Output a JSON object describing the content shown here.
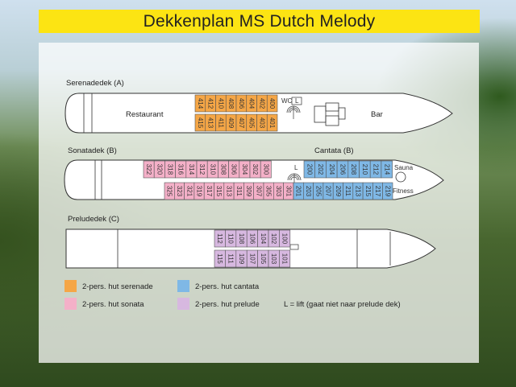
{
  "title": "Dekkenplan MS Dutch Melody",
  "decks": {
    "serenade": {
      "label": "Serenadedek (A)",
      "restaurant": "Restaurant",
      "bar": "Bar",
      "wc": "WC",
      "lift": "L",
      "top": [
        "414",
        "412",
        "410",
        "408",
        "406",
        "404",
        "402",
        "400"
      ],
      "bottom": [
        "415",
        "413",
        "411",
        "409",
        "407",
        "405",
        "403",
        "401"
      ]
    },
    "sonata": {
      "label": "Sonatadek (B)",
      "lift": "L",
      "top": [
        "322",
        "320",
        "318",
        "316",
        "314",
        "312",
        "310",
        "308",
        "306",
        "304",
        "302",
        "300"
      ],
      "bottom": [
        "325",
        "323",
        "321",
        "319",
        "317",
        "315",
        "313",
        "311",
        "309",
        "307",
        "305",
        "303",
        "301"
      ]
    },
    "cantata": {
      "label": "Cantata (B)",
      "sauna": "Sauna",
      "fitness": "Fitness",
      "top": [
        "200",
        "202",
        "204",
        "206",
        "208",
        "210",
        "212",
        "214"
      ],
      "bottom": [
        "201",
        "203",
        "205",
        "207",
        "209",
        "211",
        "213",
        "215",
        "217",
        "219"
      ]
    },
    "prelude": {
      "label": "Preludedek (C)",
      "top": [
        "112",
        "110",
        "108",
        "106",
        "104",
        "102",
        "100"
      ],
      "bottom": [
        "115",
        "111",
        "109",
        "107",
        "105",
        "103",
        "101"
      ]
    }
  },
  "legend": [
    {
      "label": "2-pers. hut serenade",
      "color": "#f5a646"
    },
    {
      "label": "2-pers. hut cantata",
      "color": "#7fb8e6"
    },
    {
      "label": "2-pers. hut sonata",
      "color": "#f4b0c8"
    },
    {
      "label": "2-pers. hut prelude",
      "color": "#d7b8e0"
    }
  ],
  "legend_note": "L = lift (gaat niet naar prelude dek)",
  "colors": {
    "banner": "#fce413",
    "serenade": "#f5a646",
    "sonata": "#f4b0c8",
    "cantata": "#7fb8e6",
    "prelude": "#d7b8e0"
  }
}
